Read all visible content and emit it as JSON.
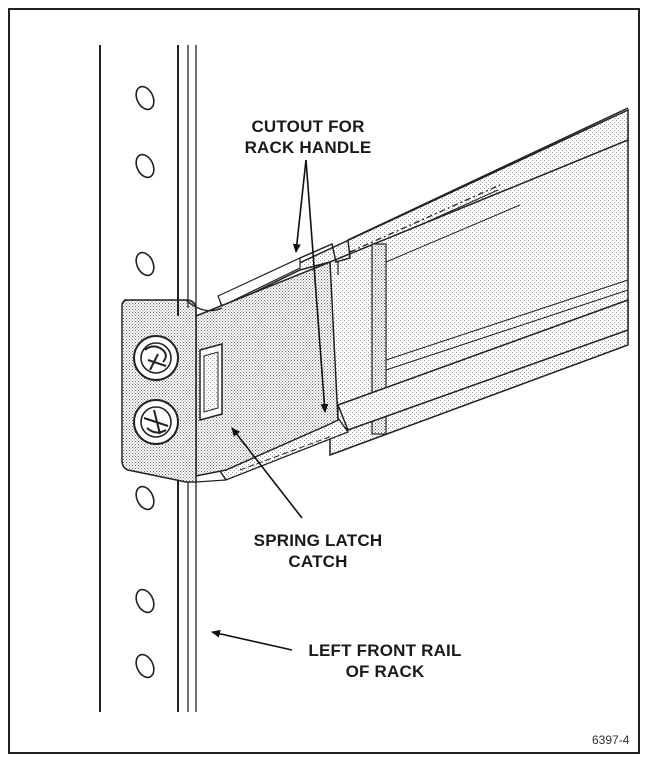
{
  "labels": {
    "cutout_line1": "CUTOUT FOR",
    "cutout_line2": "RACK HANDLE",
    "spring_line1": "SPRING LATCH",
    "spring_line2": "CATCH",
    "rail_line1": "LEFT FRONT RAIL",
    "rail_line2": "OF RACK"
  },
  "figure_number": "6397-4"
}
